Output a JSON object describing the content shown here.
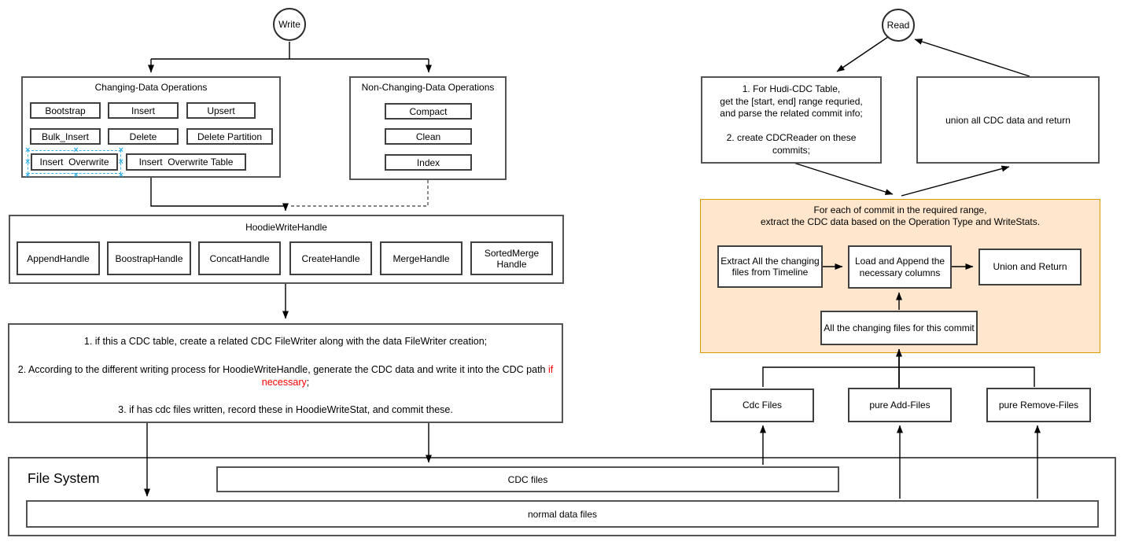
{
  "write": {
    "start": "Write",
    "changing": {
      "title": "Changing-Data Operations",
      "ops": [
        "Bootstrap",
        "Insert",
        "Upsert",
        "Bulk_Insert",
        "Delete",
        "Delete Partition",
        "Insert  Overwrite",
        "Insert  Overwrite Table"
      ]
    },
    "non_changing": {
      "title": "Non-Changing-Data Operations",
      "ops": [
        "Compact",
        "Clean",
        "Index"
      ]
    },
    "handle": {
      "title": "HoodieWriteHandle",
      "items": [
        "AppendHandle",
        "BoostrapHandle",
        "ConcatHandle",
        "CreateHandle",
        "MergeHandle",
        "SortedMerge\nHandle"
      ]
    },
    "steps": {
      "s1": "1. if this a CDC table, create a related CDC FileWriter along with the data FileWriter creation;",
      "s2_pre": "2. According to the different writing process for HoodieWriteHandle, generate the CDC data and write it into the CDC path ",
      "s2_red": "if necessary",
      "s2_post": ";",
      "s3": "3. if has cdc files written, record these in HoodieWriteStat, and commit these."
    }
  },
  "read": {
    "start": "Read",
    "plan_box": "1. For Hudi-CDC Table,\nget the [start, end] range requried,\nand parse the related commit info;\n\n2. create CDCReader on these\ncommits;",
    "union_box": "union all CDC data and return",
    "orange": {
      "title": "For each of commit in the required range,\nextract the CDC data based on the Operation Type and WriteStats.",
      "extract": "Extract All the changing files from Timeline",
      "load": "Load and Append the necessary columns",
      "union_return": "Union and Return",
      "all_changing": "All the changing files for this commit"
    },
    "groups": [
      "Cdc Files",
      "pure Add-Files",
      "pure Remove-Files"
    ]
  },
  "file_system": {
    "label": "File System",
    "cdc_bar": "CDC files",
    "normal_bar": "normal data files"
  },
  "colors": {
    "highlight_red": "#ff0000",
    "orange_fill": "#ffe6cc",
    "orange_stroke": "#d79b00",
    "selection_blue": "#35b1e8"
  }
}
